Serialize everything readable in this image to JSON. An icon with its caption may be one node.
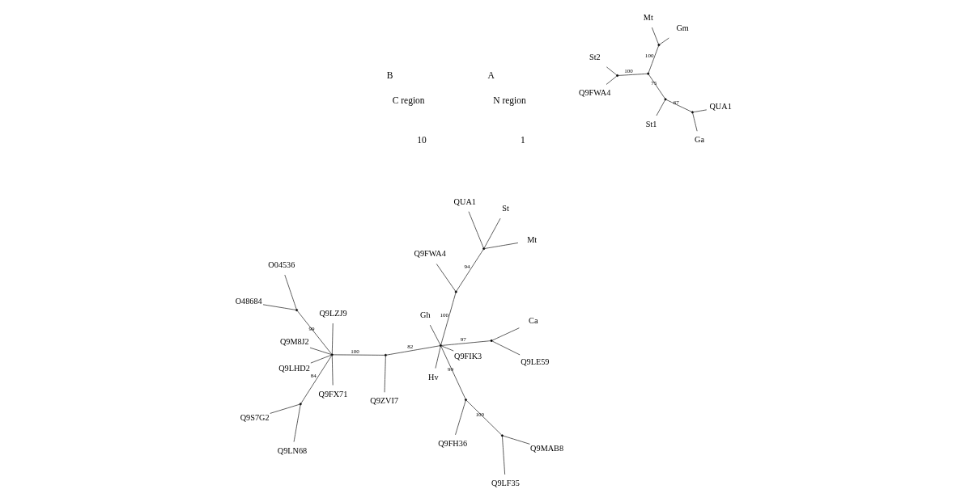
{
  "diagram": {
    "nodes": [
      {
        "text": [
          "Ga"
        ]
      },
      {
        "text": [
          "QUA1"
        ]
      },
      {
        "text": [
          "St1"
        ]
      },
      {
        "text": [
          "Mt"
        ]
      },
      {
        "text": [
          "Gm"
        ]
      },
      {
        "text": [
          "St2"
        ]
      },
      {
        "text": [
          "Q9FWA4"
        ]
      },
      {
        "text": [],
        "shape": "point"
      },
      {
        "text": [],
        "shape": "point"
      },
      {
        "text": [],
        "shape": "point"
      },
      {
        "text": [],
        "shape": "point"
      },
      {
        "text": [],
        "shape": "point"
      },
      {
        "text": [
          "Q9M8J2"
        ]
      },
      {
        "text": [
          "Q9FX71"
        ]
      },
      {
        "text": [
          "Q9LHD2"
        ]
      },
      {
        "text": [
          "Q9LZJ9"
        ]
      },
      {
        "text": [
          "O04536"
        ]
      },
      {
        "text": [
          "O48684"
        ]
      },
      {
        "text": [
          "Q9ZVI7"
        ]
      },
      {
        "text": [
          "Q9LN68"
        ]
      },
      {
        "text": [
          "Q9S7G2"
        ]
      },
      {
        "text": [
          "Q9MAB8"
        ]
      },
      {
        "text": [
          "Q9LF35"
        ]
      },
      {
        "text": [
          "Q9FH36"
        ]
      },
      {
        "text": [
          "Q9LE59"
        ]
      },
      {
        "text": [
          "Ca"
        ]
      },
      {
        "text": [
          "St"
        ]
      },
      {
        "text": [
          "Q9FIK3"
        ]
      },
      {
        "text": [
          "Mt"
        ]
      },
      {
        "text": [
          "Gh"
        ]
      },
      {
        "text": [
          "QUA1"
        ]
      },
      {
        "text": [
          "Q9FWA4"
        ]
      },
      {
        "text": [
          "Hv"
        ]
      },
      {
        "text": [],
        "shape": "point"
      },
      {
        "text": [],
        "shape": "point"
      },
      {
        "text": [],
        "shape": "point"
      },
      {
        "text": [],
        "shape": "point"
      },
      {
        "text": [],
        "shape": "point"
      },
      {
        "text": [],
        "shape": "point"
      },
      {
        "text": [],
        "shape": "point"
      },
      {
        "text": [],
        "shape": "point"
      },
      {
        "text": [],
        "shape": "point"
      },
      {
        "text": [],
        "shape": "point"
      }
    ],
    "edges": [
      {
        "from": 0,
        "to": 7,
        "arrow": "none"
      },
      {
        "from": 1,
        "to": 7,
        "arrow": "none"
      },
      {
        "from": 7,
        "to": 8,
        "arrow": "none",
        "label": "67"
      },
      {
        "from": 2,
        "to": 8,
        "arrow": "none"
      },
      {
        "from": 8,
        "to": 9,
        "arrow": "none",
        "label": "75"
      },
      {
        "from": 9,
        "to": 10,
        "arrow": "none",
        "label": "100"
      },
      {
        "from": 10,
        "to": 3,
        "arrow": "none"
      },
      {
        "from": 10,
        "to": 4,
        "arrow": "none"
      },
      {
        "from": 9,
        "to": 11,
        "arrow": "none",
        "label": "100"
      },
      {
        "from": 11,
        "to": 5,
        "arrow": "none"
      },
      {
        "from": 11,
        "to": 6,
        "arrow": "none"
      },
      {
        "from": 15,
        "to": 33,
        "arrow": "none"
      },
      {
        "from": 14,
        "to": 33,
        "arrow": "none"
      },
      {
        "from": 12,
        "to": 33,
        "arrow": "none"
      },
      {
        "from": 13,
        "to": 33,
        "arrow": "none"
      },
      {
        "from": 33,
        "to": 34,
        "arrow": "none",
        "label": "99"
      },
      {
        "from": 34,
        "to": 16,
        "arrow": "none"
      },
      {
        "from": 34,
        "to": 17,
        "arrow": "none"
      },
      {
        "from": 33,
        "to": 35,
        "arrow": "none",
        "label": "84"
      },
      {
        "from": 35,
        "to": 19,
        "arrow": "none"
      },
      {
        "from": 35,
        "to": 20,
        "arrow": "none"
      },
      {
        "from": 33,
        "to": 36,
        "arrow": "none",
        "label": "100"
      },
      {
        "from": 36,
        "to": 18,
        "arrow": "none"
      },
      {
        "from": 36,
        "to": 39,
        "arrow": "none",
        "label": "82"
      },
      {
        "from": 37,
        "to": 21,
        "arrow": "none"
      },
      {
        "from": 37,
        "to": 22,
        "arrow": "none"
      },
      {
        "from": 37,
        "to": 38,
        "arrow": "none",
        "label": "100"
      },
      {
        "from": 38,
        "to": 23,
        "arrow": "none"
      },
      {
        "from": 38,
        "to": 39,
        "arrow": "none",
        "label": "99"
      },
      {
        "from": 39,
        "to": 40,
        "arrow": "none",
        "label": "97"
      },
      {
        "from": 40,
        "to": 24,
        "arrow": "none"
      },
      {
        "from": 40,
        "to": 25,
        "arrow": "none"
      },
      {
        "from": 39,
        "to": 27,
        "arrow": "none"
      },
      {
        "from": 39,
        "to": 29,
        "arrow": "none"
      },
      {
        "from": 39,
        "to": 32,
        "arrow": "none"
      },
      {
        "from": 39,
        "to": 41,
        "arrow": "none",
        "label": "100"
      },
      {
        "from": 41,
        "to": 31,
        "arrow": "none"
      },
      {
        "from": 41,
        "to": 42,
        "arrow": "none",
        "label": "94"
      },
      {
        "from": 42,
        "to": 26,
        "arrow": "none"
      },
      {
        "from": 42,
        "to": 28,
        "arrow": "none"
      },
      {
        "from": 42,
        "to": 30,
        "arrow": "none"
      }
    ],
    "labels": [
      "A",
      "N region",
      "1",
      "B",
      "C region",
      "10"
    ]
  }
}
